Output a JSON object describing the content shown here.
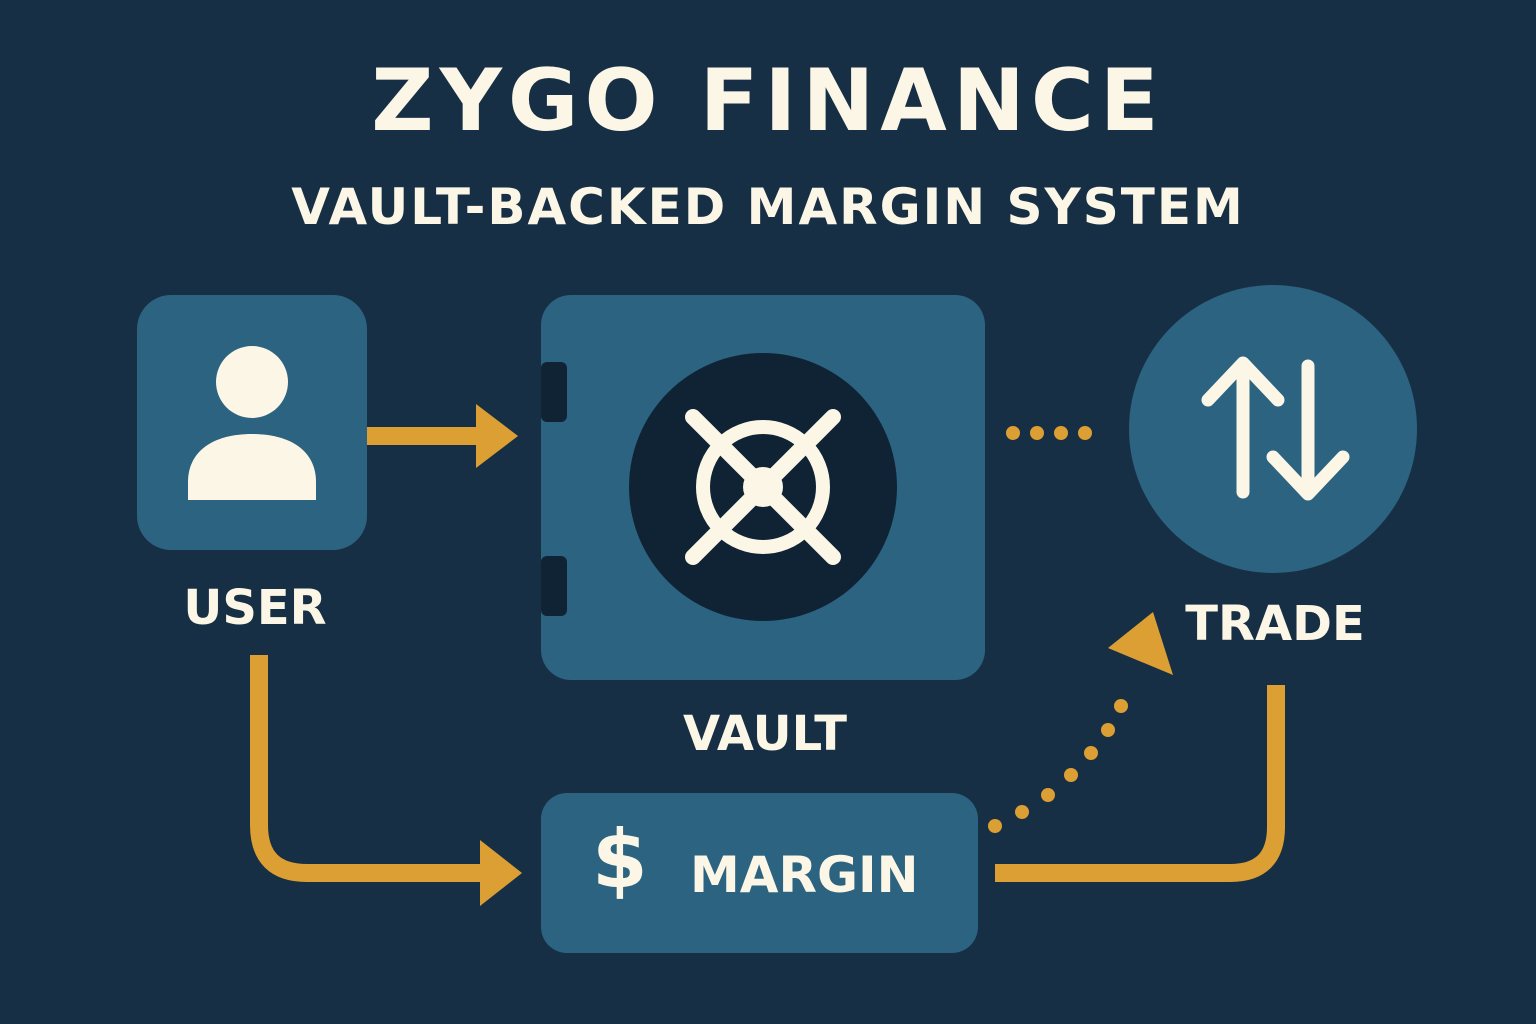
{
  "header": {
    "title": "ZYGO FINANCE",
    "subtitle": "VAULT-BACKED MARGIN SYSTEM"
  },
  "nodes": {
    "user": {
      "label": "USER",
      "icon": "user-icon"
    },
    "vault": {
      "label": "VAULT",
      "icon": "vault-dial-icon"
    },
    "trade": {
      "label": "TRADE",
      "icon": "up-down-arrows-icon"
    },
    "margin": {
      "label": "MARGIN",
      "symbol": "$",
      "icon": "dollar-icon"
    }
  },
  "colors": {
    "background": "#172f45",
    "node": "#2b6380",
    "dial": "#0f2335",
    "text": "#fbf6e6",
    "arrow": "#dc9f33"
  }
}
